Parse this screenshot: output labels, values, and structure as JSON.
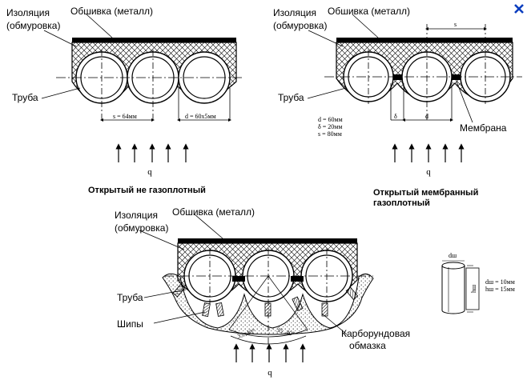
{
  "close_symbol": "×",
  "accent_color": "#0b3dbf",
  "fig1": {
    "insulation": [
      "Изоляция",
      "(обмуровка)"
    ],
    "cladding": "Обшивка (металл)",
    "pipe": "Труба",
    "s_dim": "s = 64мм",
    "d_dim": "d = 60х5мм",
    "q": "q",
    "caption": "Открытый не газоплотный"
  },
  "fig2": {
    "insulation": [
      "Изоляция",
      "(обмуровка)"
    ],
    "cladding": "Обшивка (металл)",
    "pipe": "Труба",
    "s_label": "s",
    "delta_label": "δ",
    "d_label": "d",
    "params": [
      "d = 60мм",
      "δ = 20мм",
      "s = 80мм"
    ],
    "membrane": "Мембрана",
    "q": "q",
    "caption": [
      "Открытый мембранный",
      "газоплотный"
    ]
  },
  "fig3": {
    "insulation": [
      "Изоляция",
      "(обмуровка)"
    ],
    "cladding": "Обшивка (металл)",
    "pipe": "Труба",
    "studs": "Шипы",
    "coating": [
      "Карборундовая",
      "обмазка"
    ],
    "angle_left": "35..40°",
    "angle_right": "35..40°",
    "q": "q"
  },
  "stud": {
    "dsh": "dш",
    "hsh": "hш",
    "params": [
      "dш = 10мм",
      "hш = 15мм"
    ]
  }
}
